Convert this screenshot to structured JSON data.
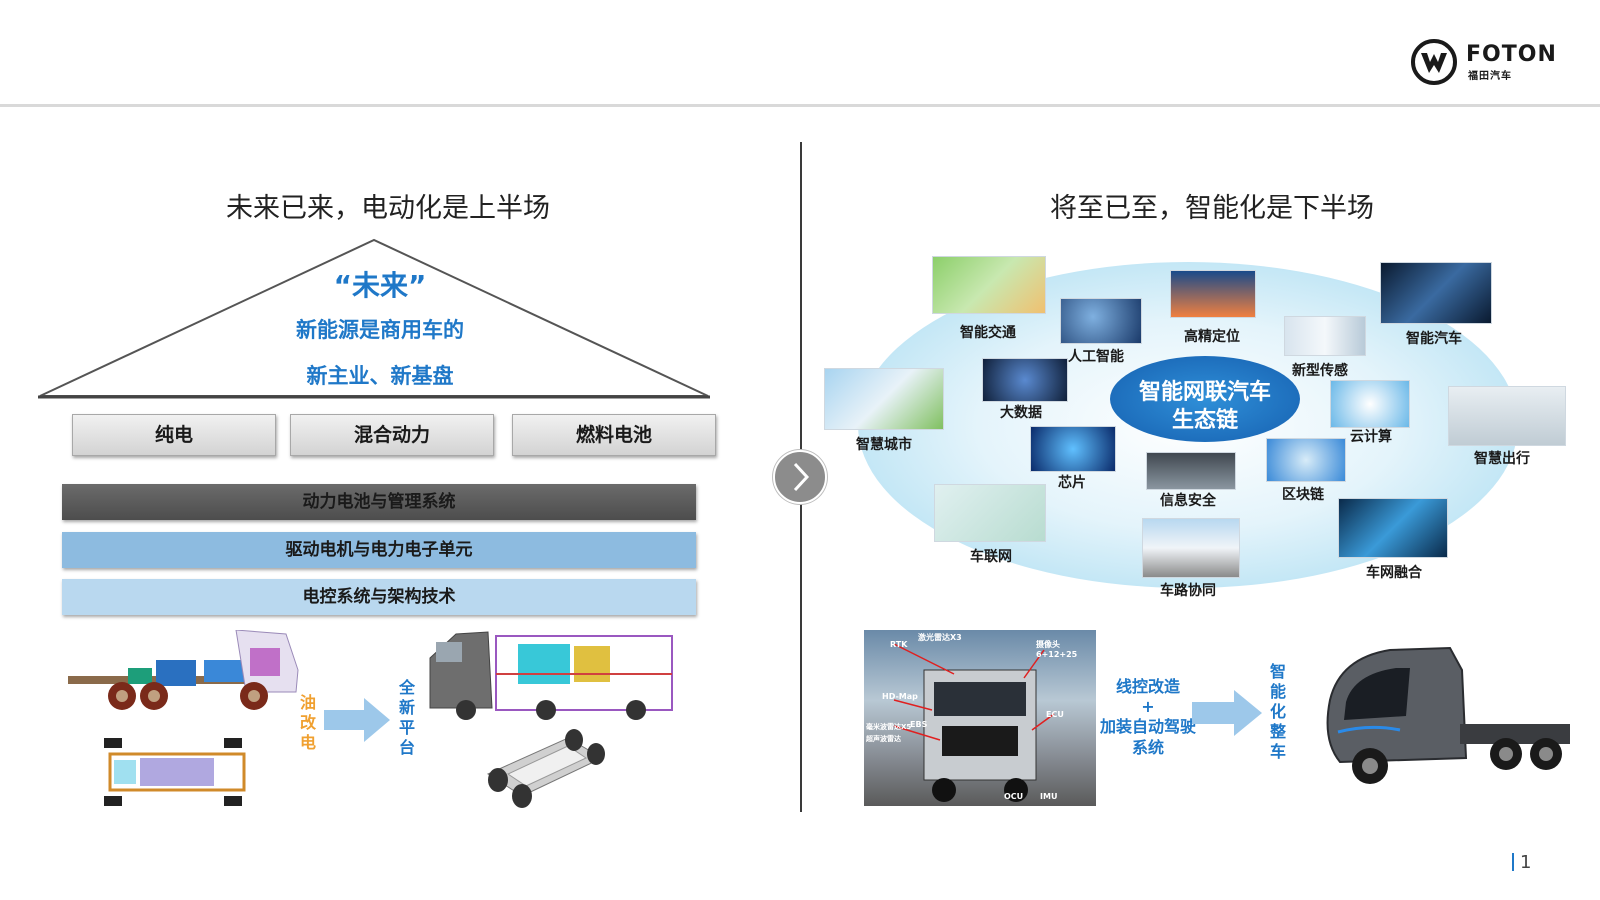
{
  "brand": {
    "name": "FOTON",
    "sub": "福田汽车"
  },
  "left": {
    "heading": "未来已来，电动化是上半场",
    "roof": {
      "line1": "“未来”",
      "line2": "新能源是商用车的",
      "line3": "新主业、新基盘"
    },
    "pillars": [
      "纯电",
      "混合动力",
      "燃料电池"
    ],
    "layers": [
      "动力电池与管理系统",
      "驱动电机与电力电子单元",
      "电控系统与架构技术"
    ],
    "label_oil": "油改电",
    "label_platform": "全新平台"
  },
  "right": {
    "heading": "将至已至，智能化是下半场",
    "center_line1": "智能网联汽车",
    "center_line2": "生态链",
    "nodes": {
      "smart_traffic": "智能交通",
      "ai": "人工智能",
      "hd_positioning": "高精定位",
      "new_sensing": "新型传感",
      "smart_vehicle": "智能汽车",
      "smart_city": "智慧城市",
      "big_data": "大数据",
      "cloud": "云计算",
      "smart_mobility": "智慧出行",
      "chip": "芯片",
      "info_security": "信息安全",
      "blockchain": "区块链",
      "iov": "车联网",
      "v2x": "车路协同",
      "vehicle_network": "车网融合"
    },
    "retrofit_line1": "线控改造",
    "retrofit_plus": "+",
    "retrofit_line2": "加装自动驾驶系统",
    "label_intelligent": "智能化整车",
    "truck_tags": [
      "RTK",
      "激光雷达X3",
      "摄像头6+12+25",
      "HD-Map",
      "毫米波雷达X5",
      "超声波雷达",
      "EBS",
      "ECU",
      "OCU",
      "IMU"
    ]
  },
  "page_number": "1",
  "colors": {
    "accent_blue": "#1f78c8",
    "orange": "#f0a030",
    "dark_bar": "#5a5a5a",
    "mid_bar": "#8dbbe0",
    "light_bar": "#b9d8ef"
  }
}
